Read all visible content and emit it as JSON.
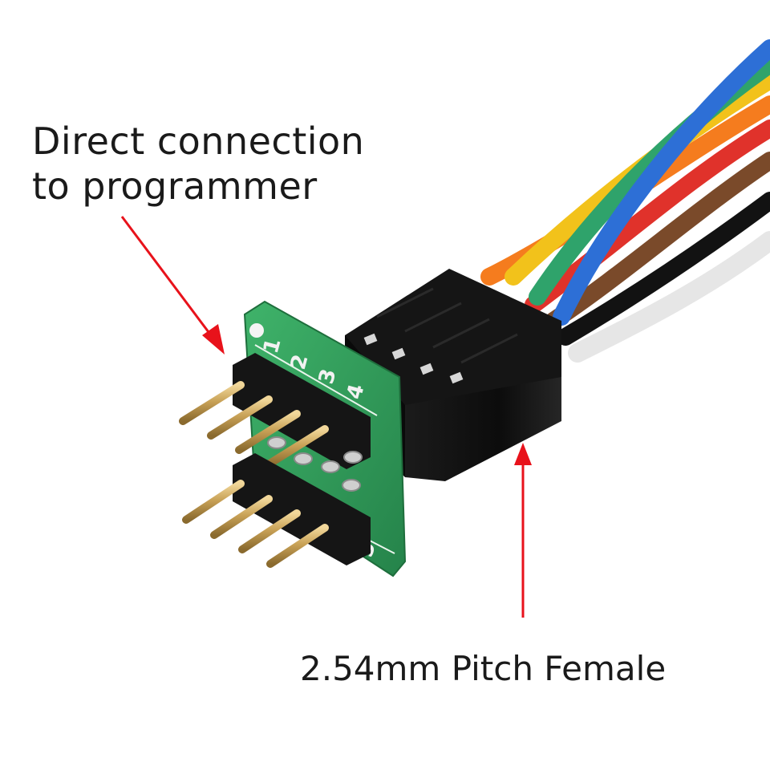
{
  "annotations": {
    "top_label_line1": "Direct connection",
    "top_label_line2": "to programmer",
    "bottom_label": "2.54mm Pitch Female"
  },
  "pcb": {
    "pin_labels": [
      "1",
      "2",
      "3",
      "4",
      "5"
    ]
  },
  "colors": {
    "arrow": "#e8121b",
    "pcb": "#2e9c55",
    "header_body": "#111111",
    "pin_gold": "#c8a25a",
    "wires": [
      "#2d6fd6",
      "#2fa36b",
      "#f2c21b",
      "#f57c1e",
      "#e0322b",
      "#7a4a2a",
      "#121212",
      "#e9e9e9"
    ]
  }
}
